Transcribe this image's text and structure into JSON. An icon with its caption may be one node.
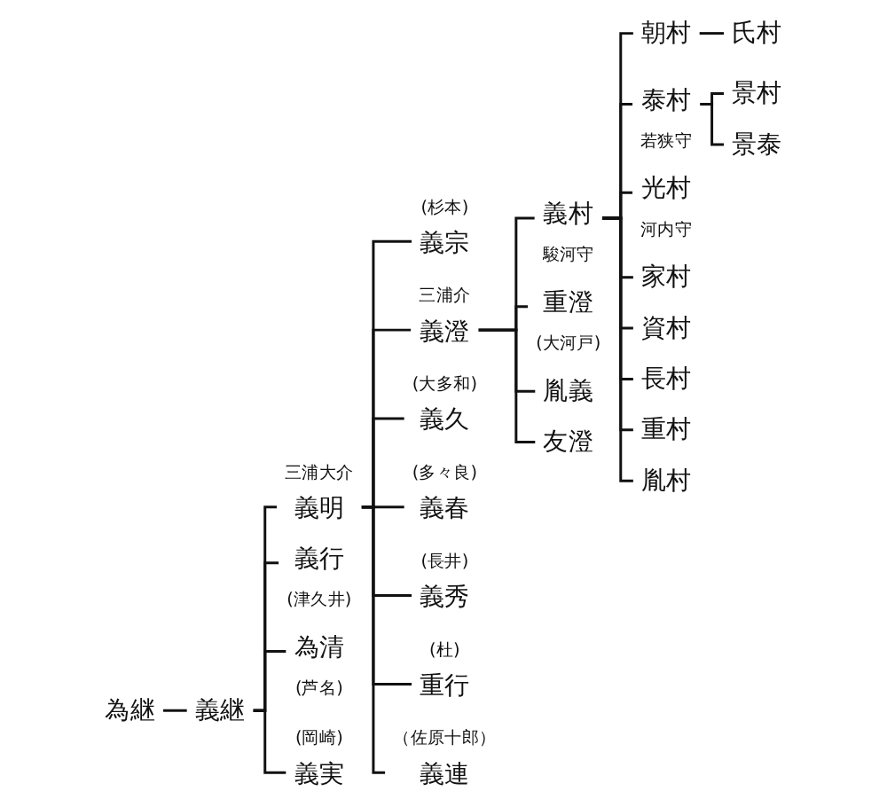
{
  "diagram": {
    "nodes": [
      {
        "text": [
          "為継"
        ]
      },
      {
        "text": [
          "義継"
        ]
      },
      {
        "text": [
          "三浦大介",
          "義明"
        ]
      },
      {
        "text": [
          "義行",
          "(津久井)"
        ]
      },
      {
        "text": [
          "為清",
          "(芦名)"
        ]
      },
      {
        "text": [
          "(岡崎)",
          "義実"
        ]
      },
      {
        "text": [
          "(杉本)",
          "義宗"
        ]
      },
      {
        "text": [
          "三浦介",
          "義澄"
        ]
      },
      {
        "text": [
          "(大多和)",
          "義久"
        ]
      },
      {
        "text": [
          "(多々良)",
          "義春"
        ]
      },
      {
        "text": [
          "(長井)",
          "義秀"
        ]
      },
      {
        "text": [
          "(杜)",
          "重行"
        ]
      },
      {
        "text": [
          "（佐原十郎）",
          "義連"
        ]
      },
      {
        "text": [
          "義村",
          "駿河守"
        ]
      },
      {
        "text": [
          "重澄",
          "(大河戸)"
        ]
      },
      {
        "text": [
          "胤義"
        ]
      },
      {
        "text": [
          "友澄"
        ]
      },
      {
        "text": [
          "朝村"
        ]
      },
      {
        "text": [
          "泰村",
          "若狭守"
        ]
      },
      {
        "text": [
          "光村",
          "河内守"
        ]
      },
      {
        "text": [
          "家村"
        ]
      },
      {
        "text": [
          "資村"
        ]
      },
      {
        "text": [
          "長村"
        ]
      },
      {
        "text": [
          "重村"
        ]
      },
      {
        "text": [
          "胤村"
        ]
      },
      {
        "text": [
          "氏村"
        ]
      },
      {
        "text": [
          "景村"
        ]
      },
      {
        "text": [
          "景泰"
        ]
      }
    ],
    "edges": [
      {
        "from": 0,
        "to": 1,
        "arrow": "none"
      },
      {
        "from": 1,
        "to": 2,
        "arrow": "none"
      },
      {
        "from": 1,
        "to": 3,
        "arrow": "none"
      },
      {
        "from": 1,
        "to": 4,
        "arrow": "none"
      },
      {
        "from": 1,
        "to": 5,
        "arrow": "none"
      },
      {
        "from": 2,
        "to": 6,
        "arrow": "none"
      },
      {
        "from": 2,
        "to": 7,
        "arrow": "none"
      },
      {
        "from": 2,
        "to": 8,
        "arrow": "none"
      },
      {
        "from": 2,
        "to": 9,
        "arrow": "none"
      },
      {
        "from": 2,
        "to": 10,
        "arrow": "none"
      },
      {
        "from": 2,
        "to": 11,
        "arrow": "none"
      },
      {
        "from": 2,
        "to": 12,
        "arrow": "none"
      },
      {
        "from": 7,
        "to": 13,
        "arrow": "none"
      },
      {
        "from": 7,
        "to": 14,
        "arrow": "none"
      },
      {
        "from": 7,
        "to": 15,
        "arrow": "none"
      },
      {
        "from": 7,
        "to": 16,
        "arrow": "none"
      },
      {
        "from": 13,
        "to": 17,
        "arrow": "none"
      },
      {
        "from": 13,
        "to": 18,
        "arrow": "none"
      },
      {
        "from": 13,
        "to": 19,
        "arrow": "none"
      },
      {
        "from": 13,
        "to": 20,
        "arrow": "none"
      },
      {
        "from": 13,
        "to": 21,
        "arrow": "none"
      },
      {
        "from": 13,
        "to": 22,
        "arrow": "none"
      },
      {
        "from": 13,
        "to": 23,
        "arrow": "none"
      },
      {
        "from": 13,
        "to": 24,
        "arrow": "none"
      },
      {
        "from": 17,
        "to": 25,
        "arrow": "none"
      },
      {
        "from": 18,
        "to": 26,
        "arrow": "none"
      },
      {
        "from": 18,
        "to": 27,
        "arrow": "none"
      }
    ]
  }
}
